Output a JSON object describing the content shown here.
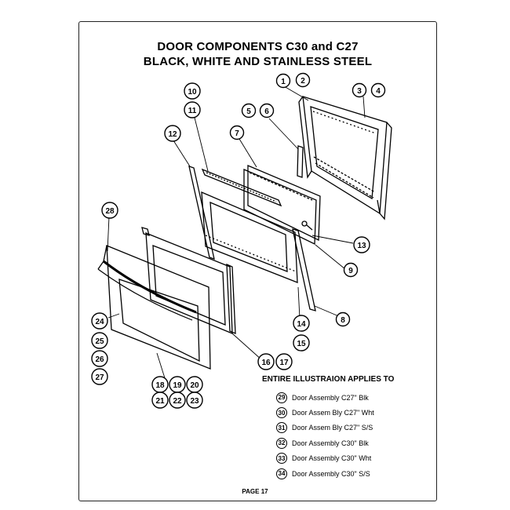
{
  "title_line1": "DOOR COMPONENTS C30 and C27",
  "title_line2": "BLACK, WHITE AND STAINLESS STEEL",
  "callouts": {
    "c1": "1",
    "c2": "2",
    "c3": "3",
    "c4": "4",
    "c5": "5",
    "c6": "6",
    "c7": "7",
    "c8": "8",
    "c9": "9",
    "c10": "10",
    "c11": "11",
    "c12": "12",
    "c13": "13",
    "c14": "14",
    "c15": "15",
    "c16": "16",
    "c17": "17",
    "c18": "18",
    "c19": "19",
    "c20": "20",
    "c21": "21",
    "c22": "22",
    "c23": "23",
    "c24": "24",
    "c25": "25",
    "c26": "26",
    "c27": "27",
    "c28": "28"
  },
  "legend": {
    "heading": "ENTIRE ILLUSTRAION APPLIES TO",
    "items": [
      {
        "num": "29",
        "label": "Door Assembly C27\" Blk"
      },
      {
        "num": "30",
        "label": "Door Assem Bly C27\" Wht"
      },
      {
        "num": "31",
        "label": "Door Assem Bly C27\" S/S"
      },
      {
        "num": "32",
        "label": "Door Assembly C30\" Blk"
      },
      {
        "num": "33",
        "label": "Door Assembly C30\" Wht"
      },
      {
        "num": "34",
        "label": "Door Assembly C30\" S/S"
      }
    ]
  },
  "page_label": "PAGE 17"
}
